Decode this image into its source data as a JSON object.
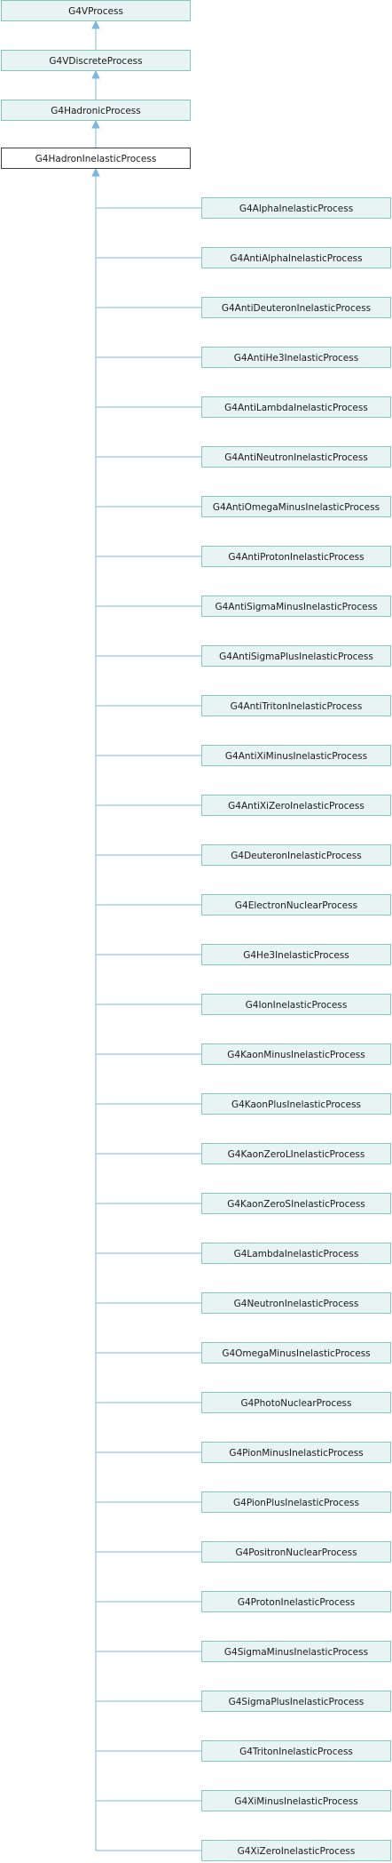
{
  "ancestors": [
    "G4VProcess",
    "G4VDiscreteProcess",
    "G4HadronicProcess"
  ],
  "focus": "G4HadronInelasticProcess",
  "children": [
    "G4AlphaInelasticProcess",
    "G4AntiAlphaInelasticProcess",
    "G4AntiDeuteronInelasticProcess",
    "G4AntiHe3InelasticProcess",
    "G4AntiLambdaInelasticProcess",
    "G4AntiNeutronInelasticProcess",
    "G4AntiOmegaMinusInelasticProcess",
    "G4AntiProtonInelasticProcess",
    "G4AntiSigmaMinusInelasticProcess",
    "G4AntiSigmaPlusInelasticProcess",
    "G4AntiTritonInelasticProcess",
    "G4AntiXiMinusInelasticProcess",
    "G4AntiXiZeroInelasticProcess",
    "G4DeuteronInelasticProcess",
    "G4ElectronNuclearProcess",
    "G4He3InelasticProcess",
    "G4IonInelasticProcess",
    "G4KaonMinusInelasticProcess",
    "G4KaonPlusInelasticProcess",
    "G4KaonZeroLInelasticProcess",
    "G4KaonZeroSInelasticProcess",
    "G4LambdaInelasticProcess",
    "G4NeutronInelasticProcess",
    "G4OmegaMinusInelasticProcess",
    "G4PhotoNuclearProcess",
    "G4PionMinusInelasticProcess",
    "G4PionPlusInelasticProcess",
    "G4PositronNuclearProcess",
    "G4ProtonInelasticProcess",
    "G4SigmaMinusInelasticProcess",
    "G4SigmaPlusInelasticProcess",
    "G4TritonInelasticProcess",
    "G4XiMinusInelasticProcess",
    "G4XiZeroInelasticProcess"
  ],
  "colors": {
    "node_fill": "#e8f4f3",
    "node_border": "#84c7bb",
    "focus_fill": "#ffffff",
    "focus_border": "#3e3e3e",
    "edge": "#7eb6df"
  }
}
